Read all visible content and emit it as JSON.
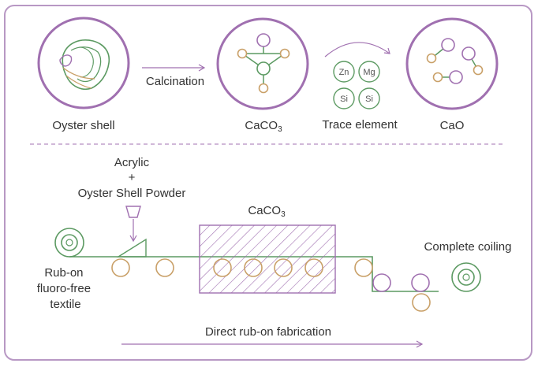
{
  "top": {
    "oyster_shell": "Oyster shell",
    "calcination": "Calcination",
    "caco3_main": "CaCO",
    "caco3_sub": "3",
    "trace_element": "Trace element",
    "cao": "CaO",
    "elements": [
      "Zn",
      "Mg",
      "Si",
      "Si"
    ]
  },
  "bottom": {
    "acrylic": "Acrylic",
    "plus": "+",
    "powder": "Oyster Shell Powder",
    "caco3_main": "CaCO",
    "caco3_sub": "3",
    "textile_lines": [
      "Rub-on",
      "fluoro-free",
      "textile"
    ],
    "complete_coiling": "Complete coiling",
    "fabrication": "Direct rub-on fabrication"
  },
  "colors": {
    "purple": "#a070b0",
    "green": "#5c9a62",
    "tan": "#c9a068",
    "frame": "#b898c4",
    "text": "#333333"
  }
}
